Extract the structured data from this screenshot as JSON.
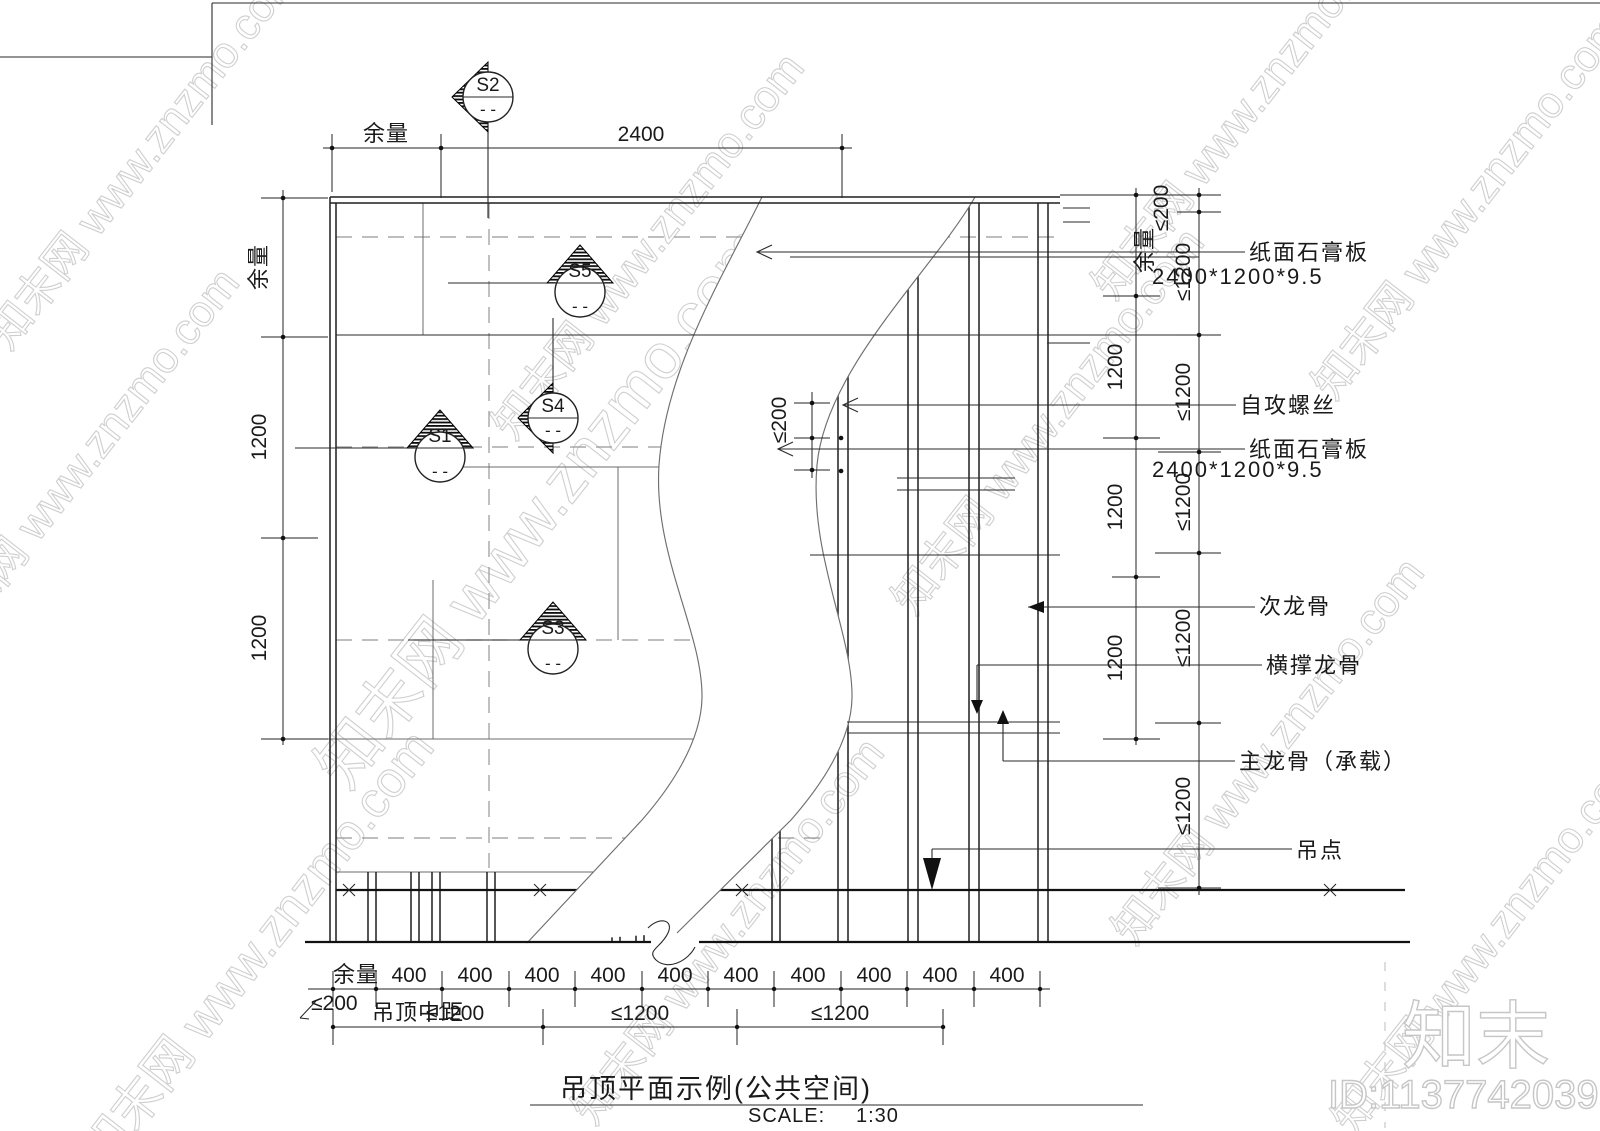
{
  "title_block": {
    "title": "吊顶平面示例(公共空间)",
    "scale_label": "SCALE:",
    "scale_value": "1:30"
  },
  "watermark": {
    "tile": "知末网 www.znzmo.com",
    "logo": "知末",
    "id_text": "ID:1137742039"
  },
  "symbols": {
    "s1": "S1",
    "s2": "S2",
    "s3": "S3",
    "s4": "S4",
    "s5": "S5",
    "dashes": "- -"
  },
  "dimensions": {
    "top": {
      "margin": "余量",
      "span": "2400"
    },
    "left": {
      "margin": "余量",
      "seg1": "1200",
      "seg2": "1200"
    },
    "right_inner": {
      "margin": "余量",
      "seg1": "1200",
      "seg2": "1200",
      "seg3": "1200"
    },
    "right_outer": {
      "seg0": "≤200",
      "seg": "≤1200"
    },
    "panel_edge": {
      "seg": "≤200"
    },
    "bottom_row1": {
      "margin": "余量",
      "seg": "400"
    },
    "bottom_row2": {
      "offset": "≤200",
      "label": "吊顶中距",
      "seg": "≤1200"
    }
  },
  "annotations": {
    "plasterboard": "纸面石膏板",
    "board_size": "2400*1200*9.5",
    "screw": "自攻螺丝",
    "secondary_keel": "次龙骨",
    "cross_brace_keel": "横撑龙骨",
    "main_keel": "主龙骨（承载）",
    "hanging_point": "吊点"
  }
}
